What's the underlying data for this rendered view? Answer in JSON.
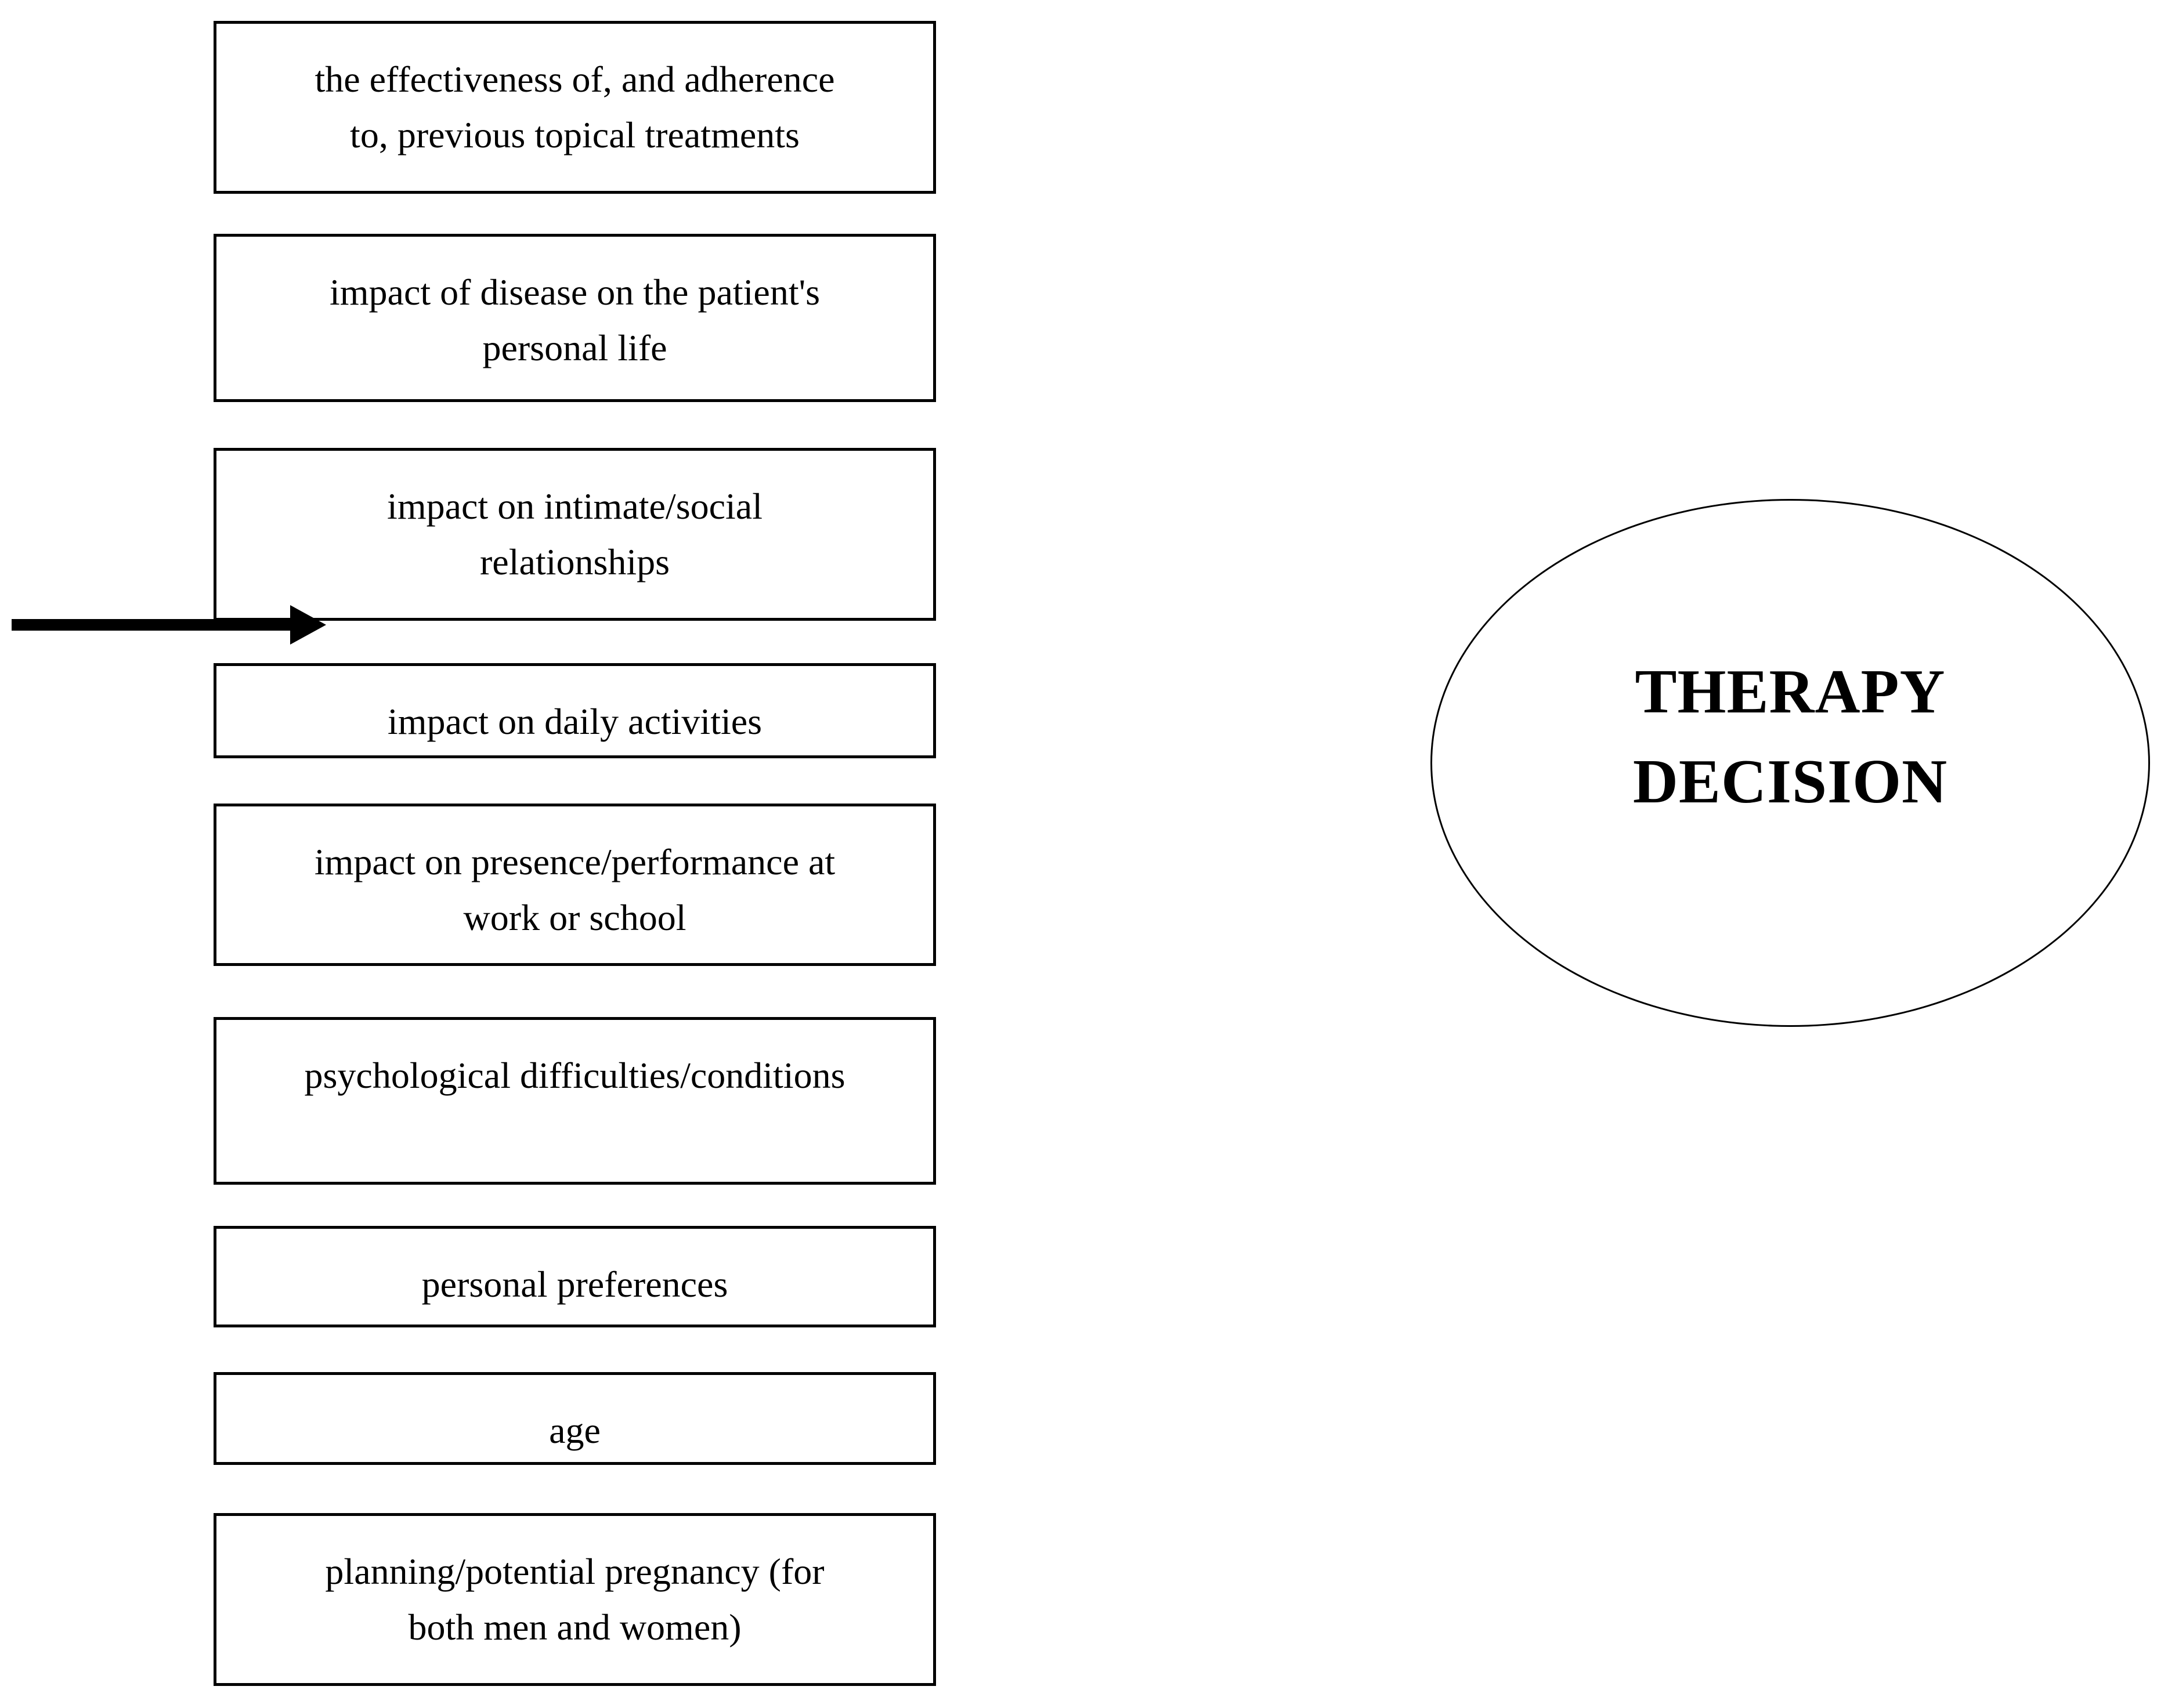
{
  "page": {
    "background": "#ffffff",
    "ink": "#000000"
  },
  "diagram": {
    "factors": [
      {
        "lines": [
          "the effectiveness of, and adherence",
          "to, previous topical treatments"
        ]
      },
      {
        "lines": [
          "impact of disease on the patient's",
          "personal life"
        ]
      },
      {
        "lines": [
          "impact on intimate/social",
          "relationships"
        ]
      },
      {
        "lines": [
          "impact on daily activities"
        ]
      },
      {
        "lines": [
          "impact on presence/performance at",
          "work or school"
        ]
      },
      {
        "lines": [
          "psychological difficulties/conditions"
        ]
      },
      {
        "lines": [
          "personal preferences"
        ]
      },
      {
        "lines": [
          "age"
        ]
      },
      {
        "lines": [
          "planning/potential pregnancy (for",
          "both men and women)"
        ]
      }
    ],
    "connector": {
      "icon": "arrow-right-icon",
      "direction": "right"
    },
    "decision": {
      "lines": [
        "THERAPY",
        "DECISION"
      ]
    }
  }
}
